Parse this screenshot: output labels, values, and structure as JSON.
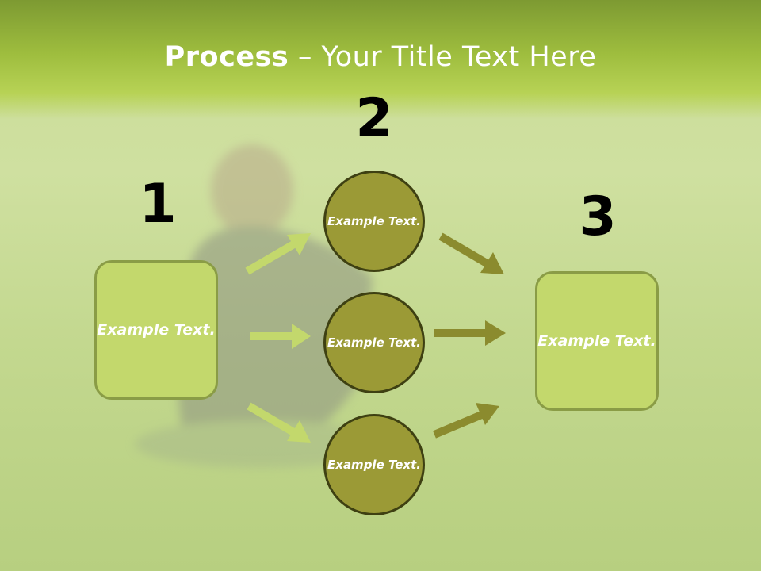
{
  "slide": {
    "title_bold": "Process",
    "title_rest": " – Your Title Text Here"
  },
  "steps": {
    "step1_number": "1",
    "step2_number": "2",
    "step3_number": "3"
  },
  "left_box": {
    "text": "Example Text."
  },
  "right_box": {
    "text": "Example Text."
  },
  "circles": [
    {
      "text": "Example Text."
    },
    {
      "text": "Example Text."
    },
    {
      "text": "Example Text."
    }
  ],
  "colors": {
    "header_green": "#9ebd3e",
    "box_fill": "#c3d86c",
    "circle_fill": "#9b9a36",
    "light_arrow": "#c3d86c",
    "dark_arrow": "#8b8b2e"
  }
}
